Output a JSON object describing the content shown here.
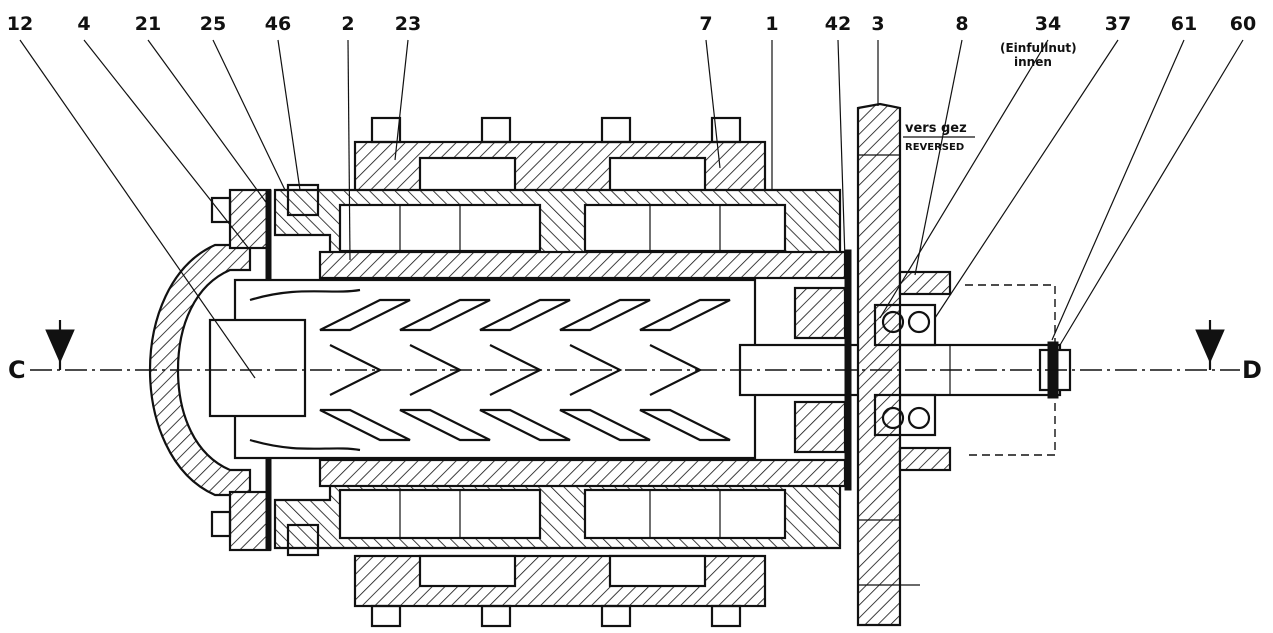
{
  "part_labels": [
    "12",
    "4",
    "21",
    "25",
    "46",
    "2",
    "23",
    "7",
    "1",
    "42",
    "3",
    "8",
    "34",
    "37",
    "61",
    "60"
  ],
  "note_34": {
    "line1": "(Einfullnut)",
    "line2": "innen"
  },
  "flange_note": {
    "line1": "vers gez",
    "line2": "REVERSED"
  },
  "section": {
    "left": "C",
    "right": "D"
  }
}
